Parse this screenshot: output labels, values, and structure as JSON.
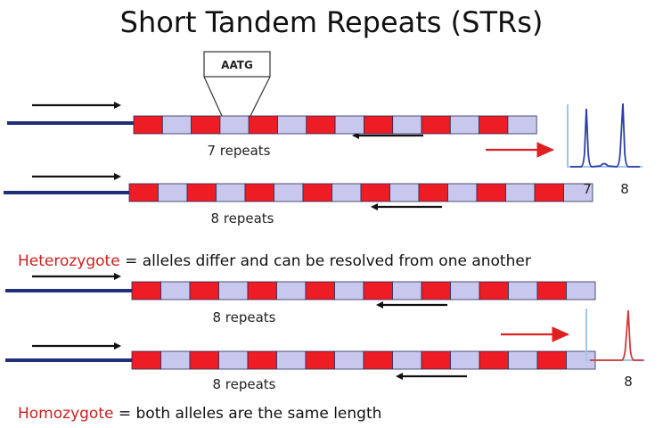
{
  "title": "Short Tandem Repeats (STRs)",
  "motif": "AATG",
  "colors": {
    "repeat_red": "#ee1c24",
    "repeat_lavender": "#c8c8ee",
    "strand": "#1f2f7a",
    "primer": "#111111",
    "arrow_red": "#e02020",
    "peak_blue": "#2c3ca8",
    "peak_red": "#d23a3a",
    "panel_border": "#9fc7ea"
  },
  "heterozygote": {
    "alleles": [
      {
        "repeats": 7,
        "label": "7 repeats"
      },
      {
        "repeats": 8,
        "label": "8 repeats"
      }
    ],
    "peak_labels": [
      "7",
      "8"
    ],
    "term": "Heterozygote",
    "definition": " = alleles differ and can be resolved from one another"
  },
  "homozygote": {
    "alleles": [
      {
        "repeats": 8,
        "label": "8 repeats"
      },
      {
        "repeats": 8,
        "label": "8 repeats"
      }
    ],
    "peak_labels": [
      "8"
    ],
    "term": "Homozygote",
    "definition": " = both alleles are the same length"
  }
}
